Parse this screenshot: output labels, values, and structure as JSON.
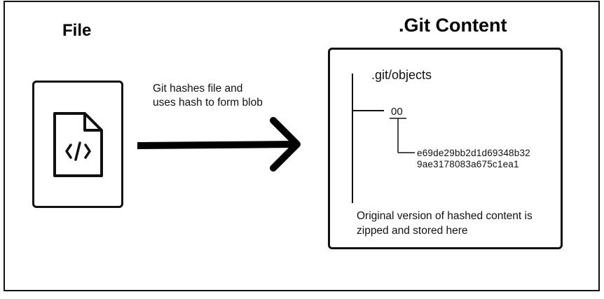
{
  "left_panel": {
    "title": "File",
    "icon": "code-file-icon"
  },
  "arrow": {
    "caption": "Git hashes file and uses hash to form blob",
    "icon": "arrow-right-icon"
  },
  "right_panel": {
    "title": ".Git Content",
    "objects_dir": ".git/objects",
    "subdir": "00",
    "hash_line1": "e69de29bb2d1d69348b32",
    "hash_line2": "9ae3178083a675c1ea1",
    "note": "Original version of hashed content is zipped and stored here"
  },
  "colors": {
    "ink": "#111111",
    "background": "#ffffff"
  }
}
